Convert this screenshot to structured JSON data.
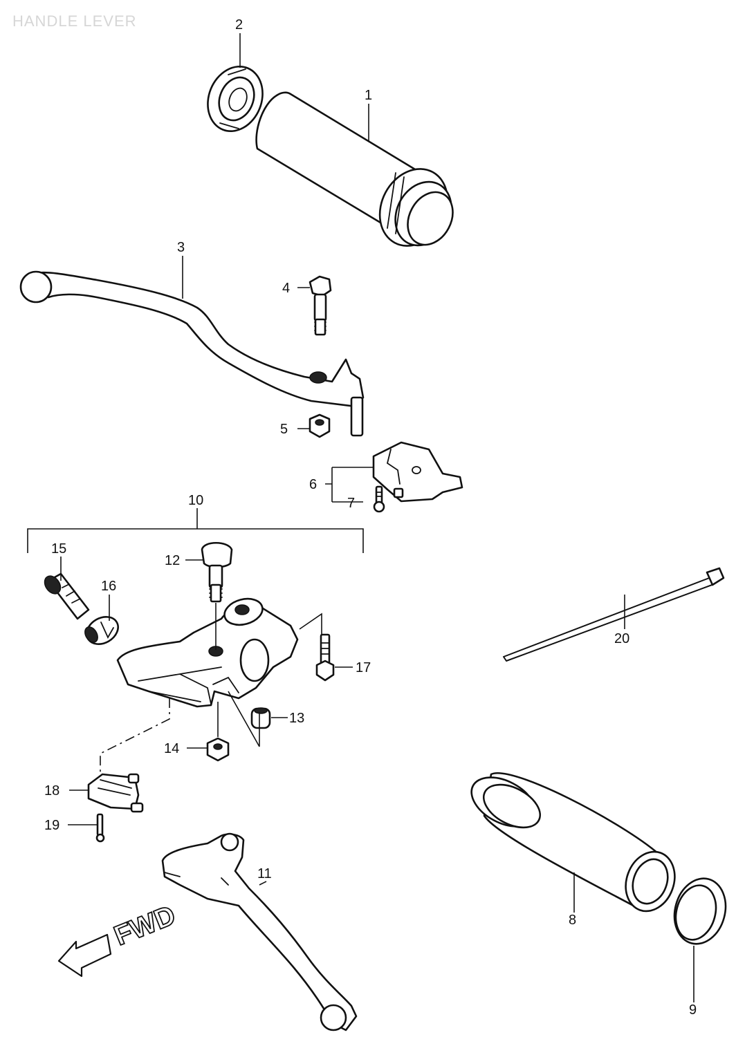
{
  "title": "HANDLE LEVER",
  "fwd_label": "FWD",
  "callouts": {
    "c1": "1",
    "c2": "2",
    "c3": "3",
    "c4": "4",
    "c5": "5",
    "c6": "6",
    "c7": "7",
    "c8": "8",
    "c9": "9",
    "c10": "10",
    "c11": "11",
    "c12": "12",
    "c13": "13",
    "c14": "14",
    "c15": "15",
    "c16": "16",
    "c17": "17",
    "c18": "18",
    "c19": "19",
    "c20": "20"
  }
}
